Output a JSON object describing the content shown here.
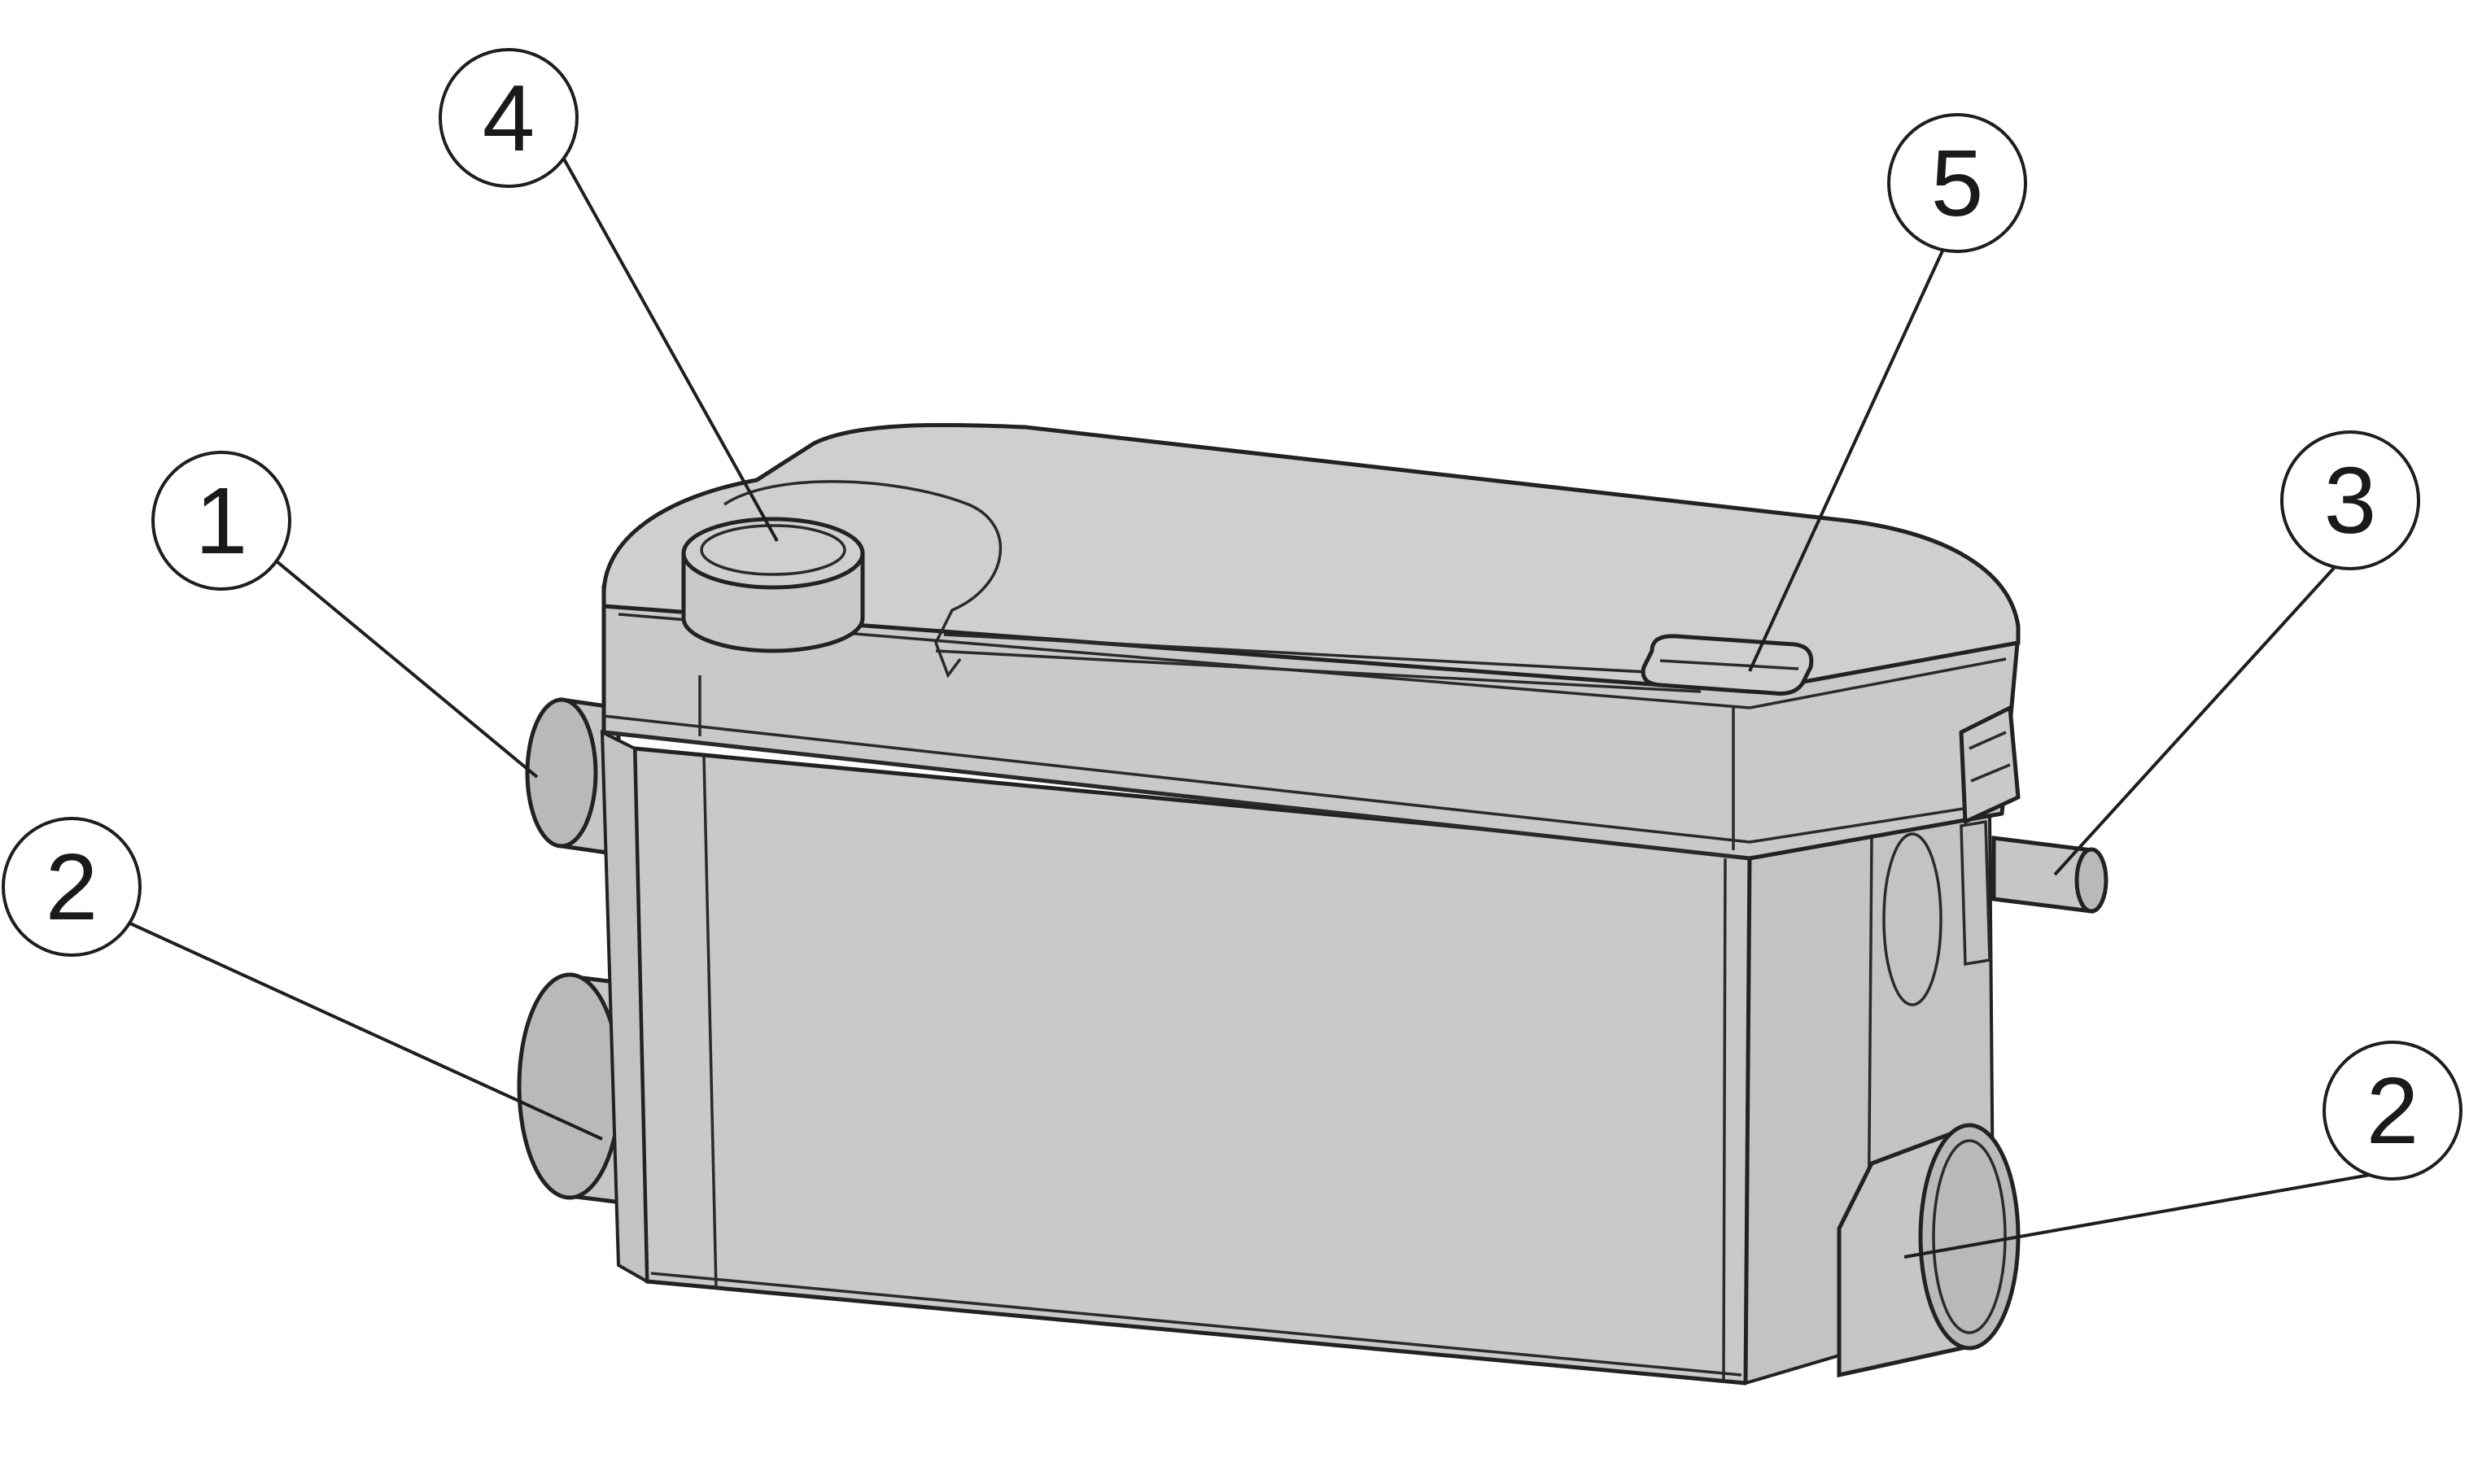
{
  "callouts": [
    {
      "id": "c1",
      "label": "1"
    },
    {
      "id": "c2a",
      "label": "2"
    },
    {
      "id": "c3",
      "label": "3"
    },
    {
      "id": "c4",
      "label": "4"
    },
    {
      "id": "c5",
      "label": "5"
    },
    {
      "id": "c2b",
      "label": "2"
    }
  ],
  "colors": {
    "body_fill": "#c9c9c9",
    "line": "#222222",
    "background": "#ffffff"
  }
}
